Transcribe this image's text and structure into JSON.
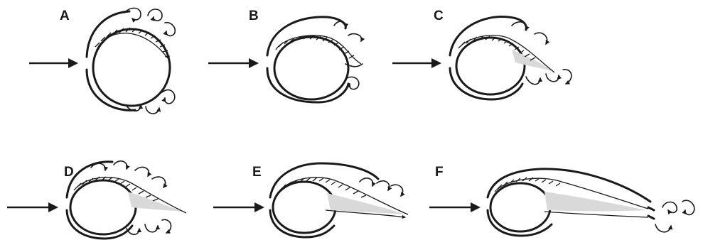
{
  "panels": [
    {
      "id": "a",
      "label": "A"
    },
    {
      "id": "b",
      "label": "B"
    },
    {
      "id": "c",
      "label": "C"
    },
    {
      "id": "d",
      "label": "D"
    },
    {
      "id": "e",
      "label": "E"
    },
    {
      "id": "f",
      "label": "F"
    }
  ],
  "colors": {
    "ink": "#1a1a1a",
    "shading": "#d9d9d9",
    "background": "#ffffff"
  },
  "icons": {
    "arrow": "flow-direction-arrow",
    "vortex": "curled-eddy-arrow"
  }
}
